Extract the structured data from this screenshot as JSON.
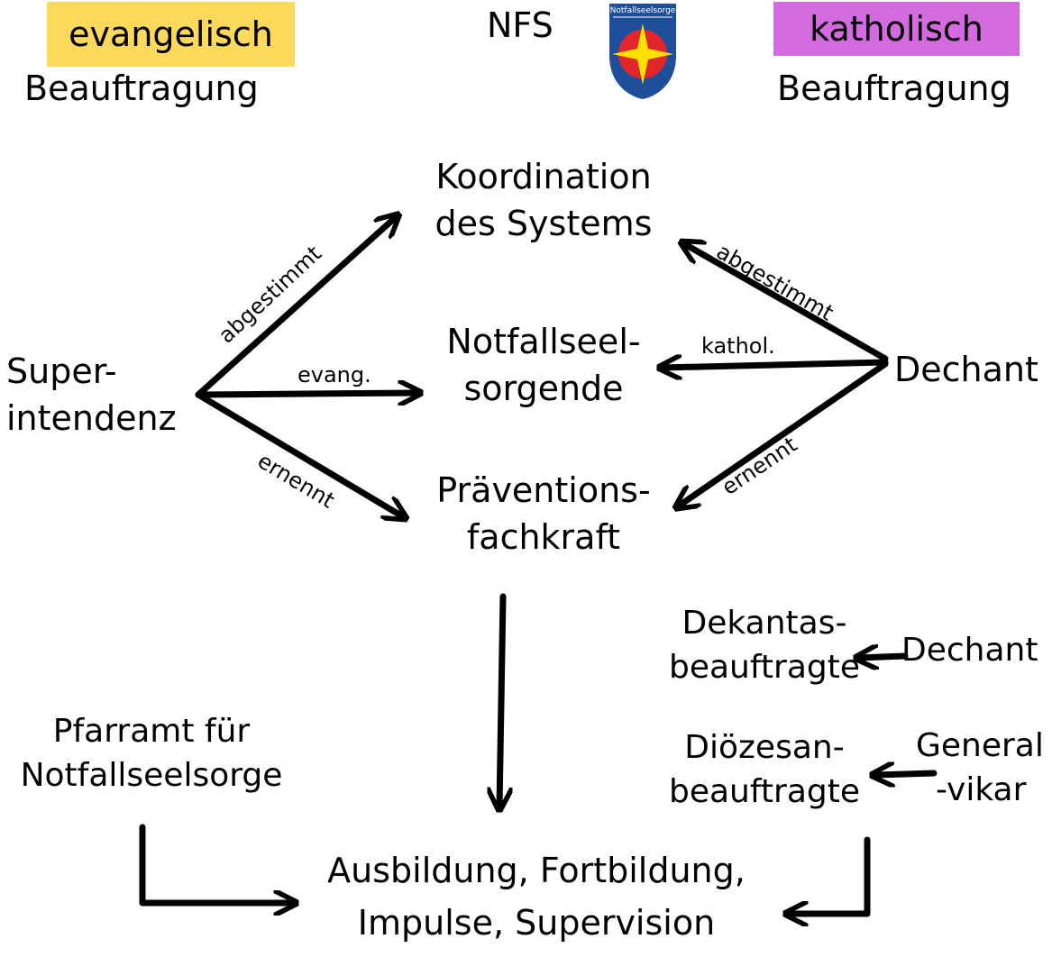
{
  "header": {
    "evangelisch": "evangelisch",
    "evangelisch_color": "#fcd95a",
    "evang_beauftragung": "Beauftragung",
    "nfs": "NFS",
    "logo_text": "Notfallseelsorge",
    "katholisch": "katholisch",
    "katholisch_color": "#d36ae0",
    "kath_beauftragung": "Beauftragung"
  },
  "nodes": {
    "koordination_1": "Koordination",
    "koordination_2": "des Systems",
    "notfall_1": "Notfallseel-",
    "notfall_2": "sorgende",
    "praevention_1": "Präventions-",
    "praevention_2": "fachkraft",
    "super_1": "Super-",
    "super_2": "intendenz",
    "dechant": "Dechant",
    "dekanats_1": "Dekantas-",
    "dekanats_2": "beauftragte",
    "dechant_2": "Dechant",
    "dioezesan_1": "Diözesan-",
    "dioezesan_2": "beauftragte",
    "general_1": "General",
    "general_2": "-vikar",
    "pfarramt_1": "Pfarramt für",
    "pfarramt_2": "Notfallseelsorge",
    "ausbildung_1": "Ausbildung, Fortbildung,",
    "ausbildung_2": "Impulse, Supervision"
  },
  "edge_labels": {
    "left_top": "abgestimmt",
    "left_mid": "evang.",
    "left_bottom": "ernennt",
    "right_top": "abgestimmt",
    "right_mid": "kathol.",
    "right_bottom": "ernennt"
  }
}
